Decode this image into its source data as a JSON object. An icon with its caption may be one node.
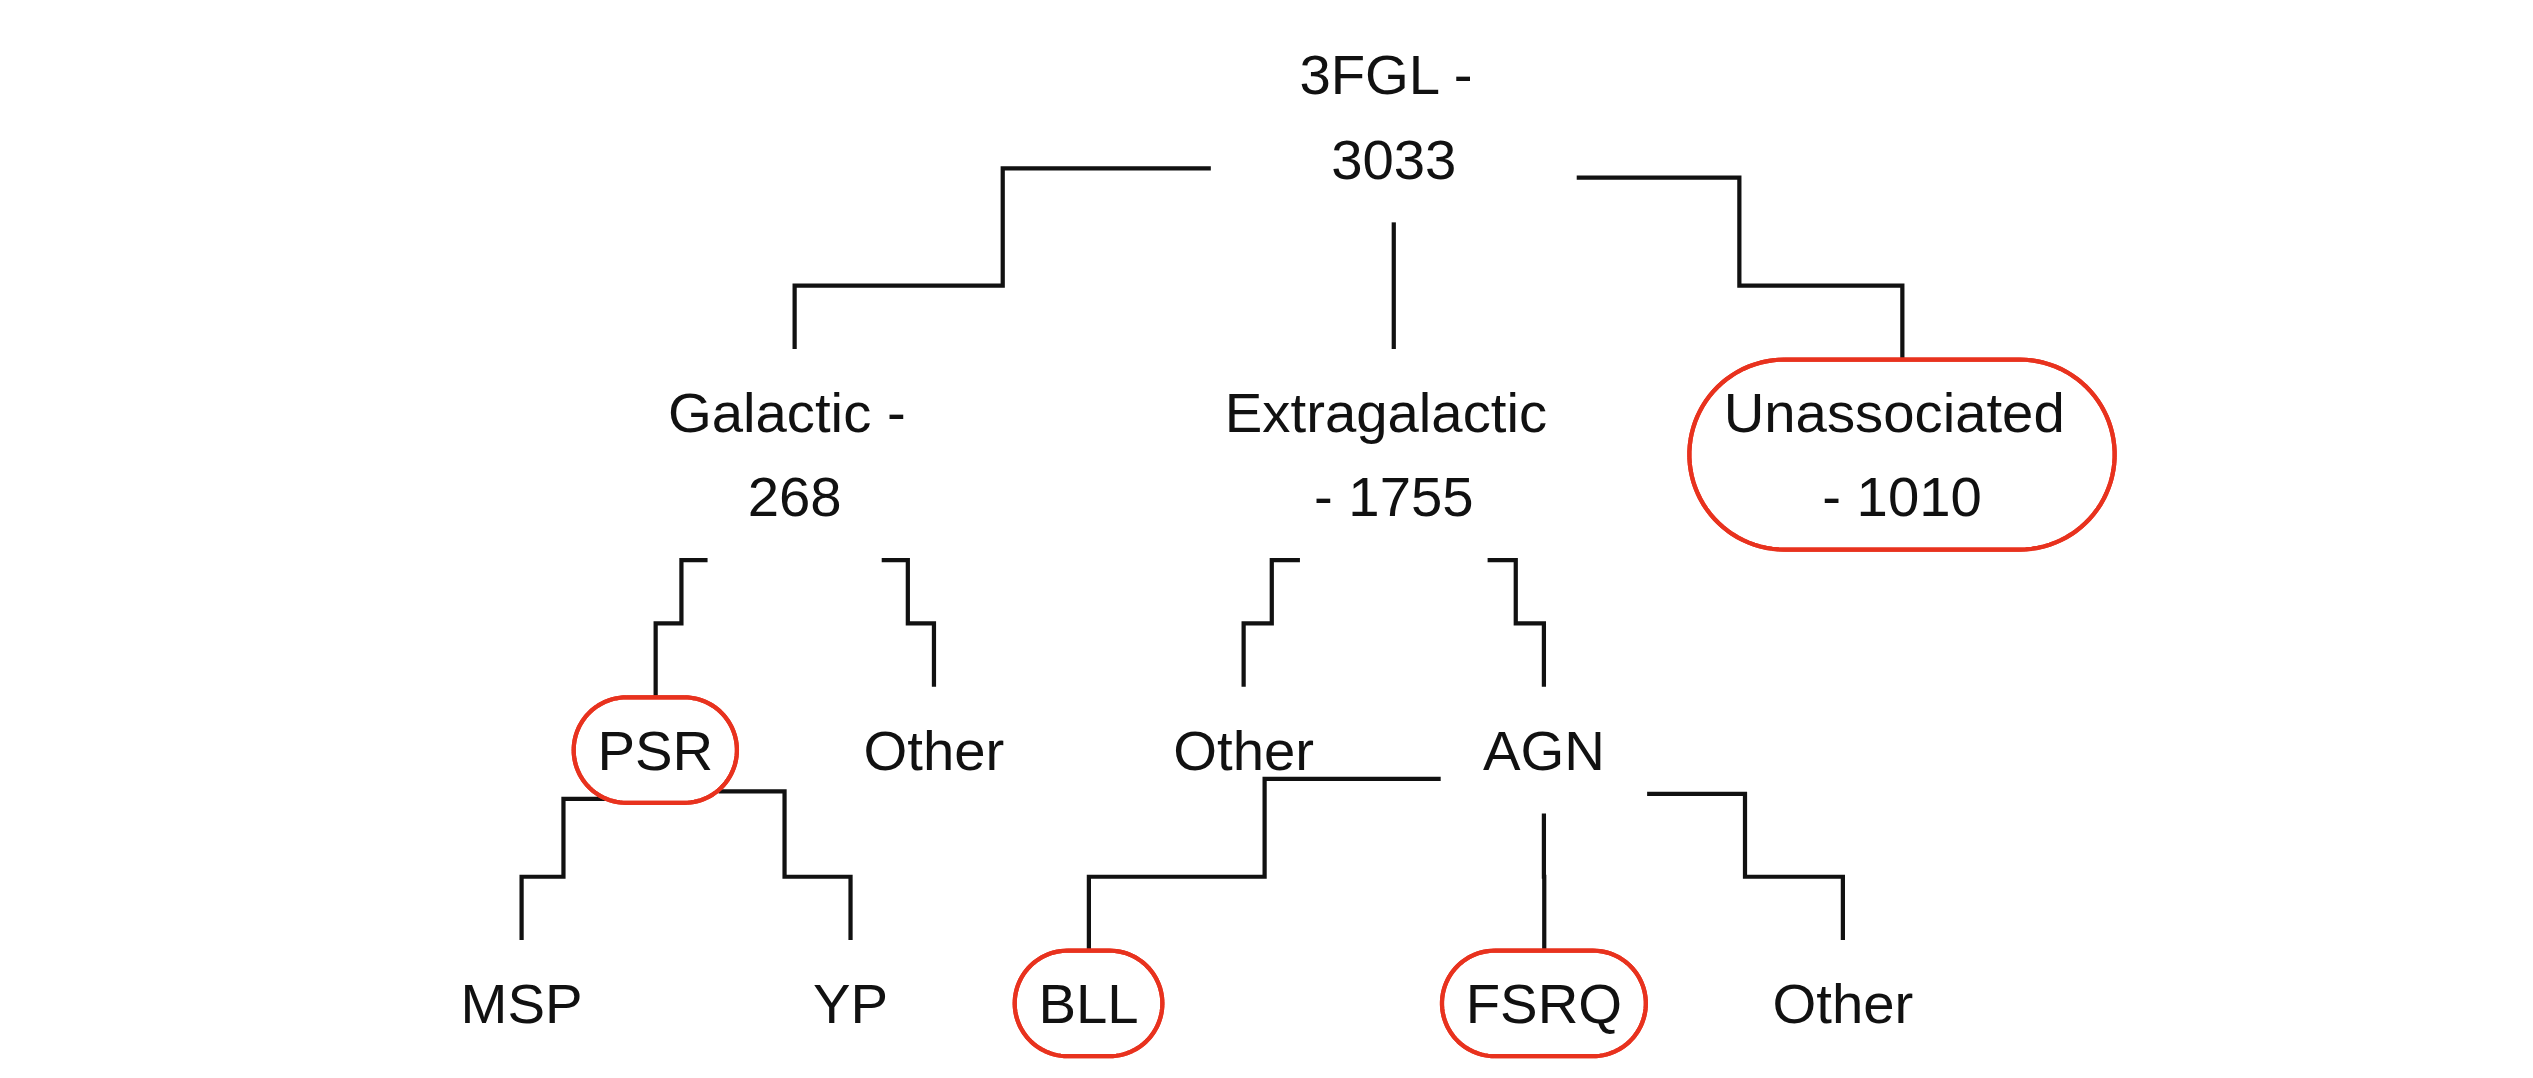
{
  "diagram": {
    "nodes": [
      {
        "text": [
          "3FGL - 3033"
        ]
      },
      {
        "text": [
          "Galactic - 268"
        ]
      },
      {
        "text": [
          "Extragalactic - 1755"
        ]
      },
      {
        "text": [
          "Unassociated - 1010"
        ]
      },
      {
        "text": [
          "PSR"
        ]
      },
      {
        "text": [
          "Other"
        ]
      },
      {
        "text": [
          "Other"
        ]
      },
      {
        "text": [
          "AGN"
        ]
      },
      {
        "text": [
          "MSP"
        ]
      },
      {
        "text": [
          "YP"
        ]
      },
      {
        "text": [
          "BLL"
        ]
      },
      {
        "text": [
          "FSRQ"
        ]
      },
      {
        "text": [
          "Other"
        ]
      }
    ],
    "edges": [
      {
        "from": 0,
        "to": 1,
        "arrow": "none"
      },
      {
        "from": 0,
        "to": 2,
        "arrow": "none"
      },
      {
        "from": 0,
        "to": 3,
        "arrow": "none"
      },
      {
        "from": 1,
        "to": 4,
        "arrow": "none"
      },
      {
        "from": 1,
        "to": 5,
        "arrow": "none"
      },
      {
        "from": 2,
        "to": 6,
        "arrow": "none"
      },
      {
        "from": 2,
        "to": 7,
        "arrow": "none"
      },
      {
        "from": 4,
        "to": 8,
        "arrow": "none"
      },
      {
        "from": 4,
        "to": 9,
        "arrow": "none"
      },
      {
        "from": 7,
        "to": 10,
        "arrow": "none"
      },
      {
        "from": 7,
        "to": 11,
        "arrow": "none"
      },
      {
        "from": 7,
        "to": 12,
        "arrow": "none"
      }
    ]
  }
}
